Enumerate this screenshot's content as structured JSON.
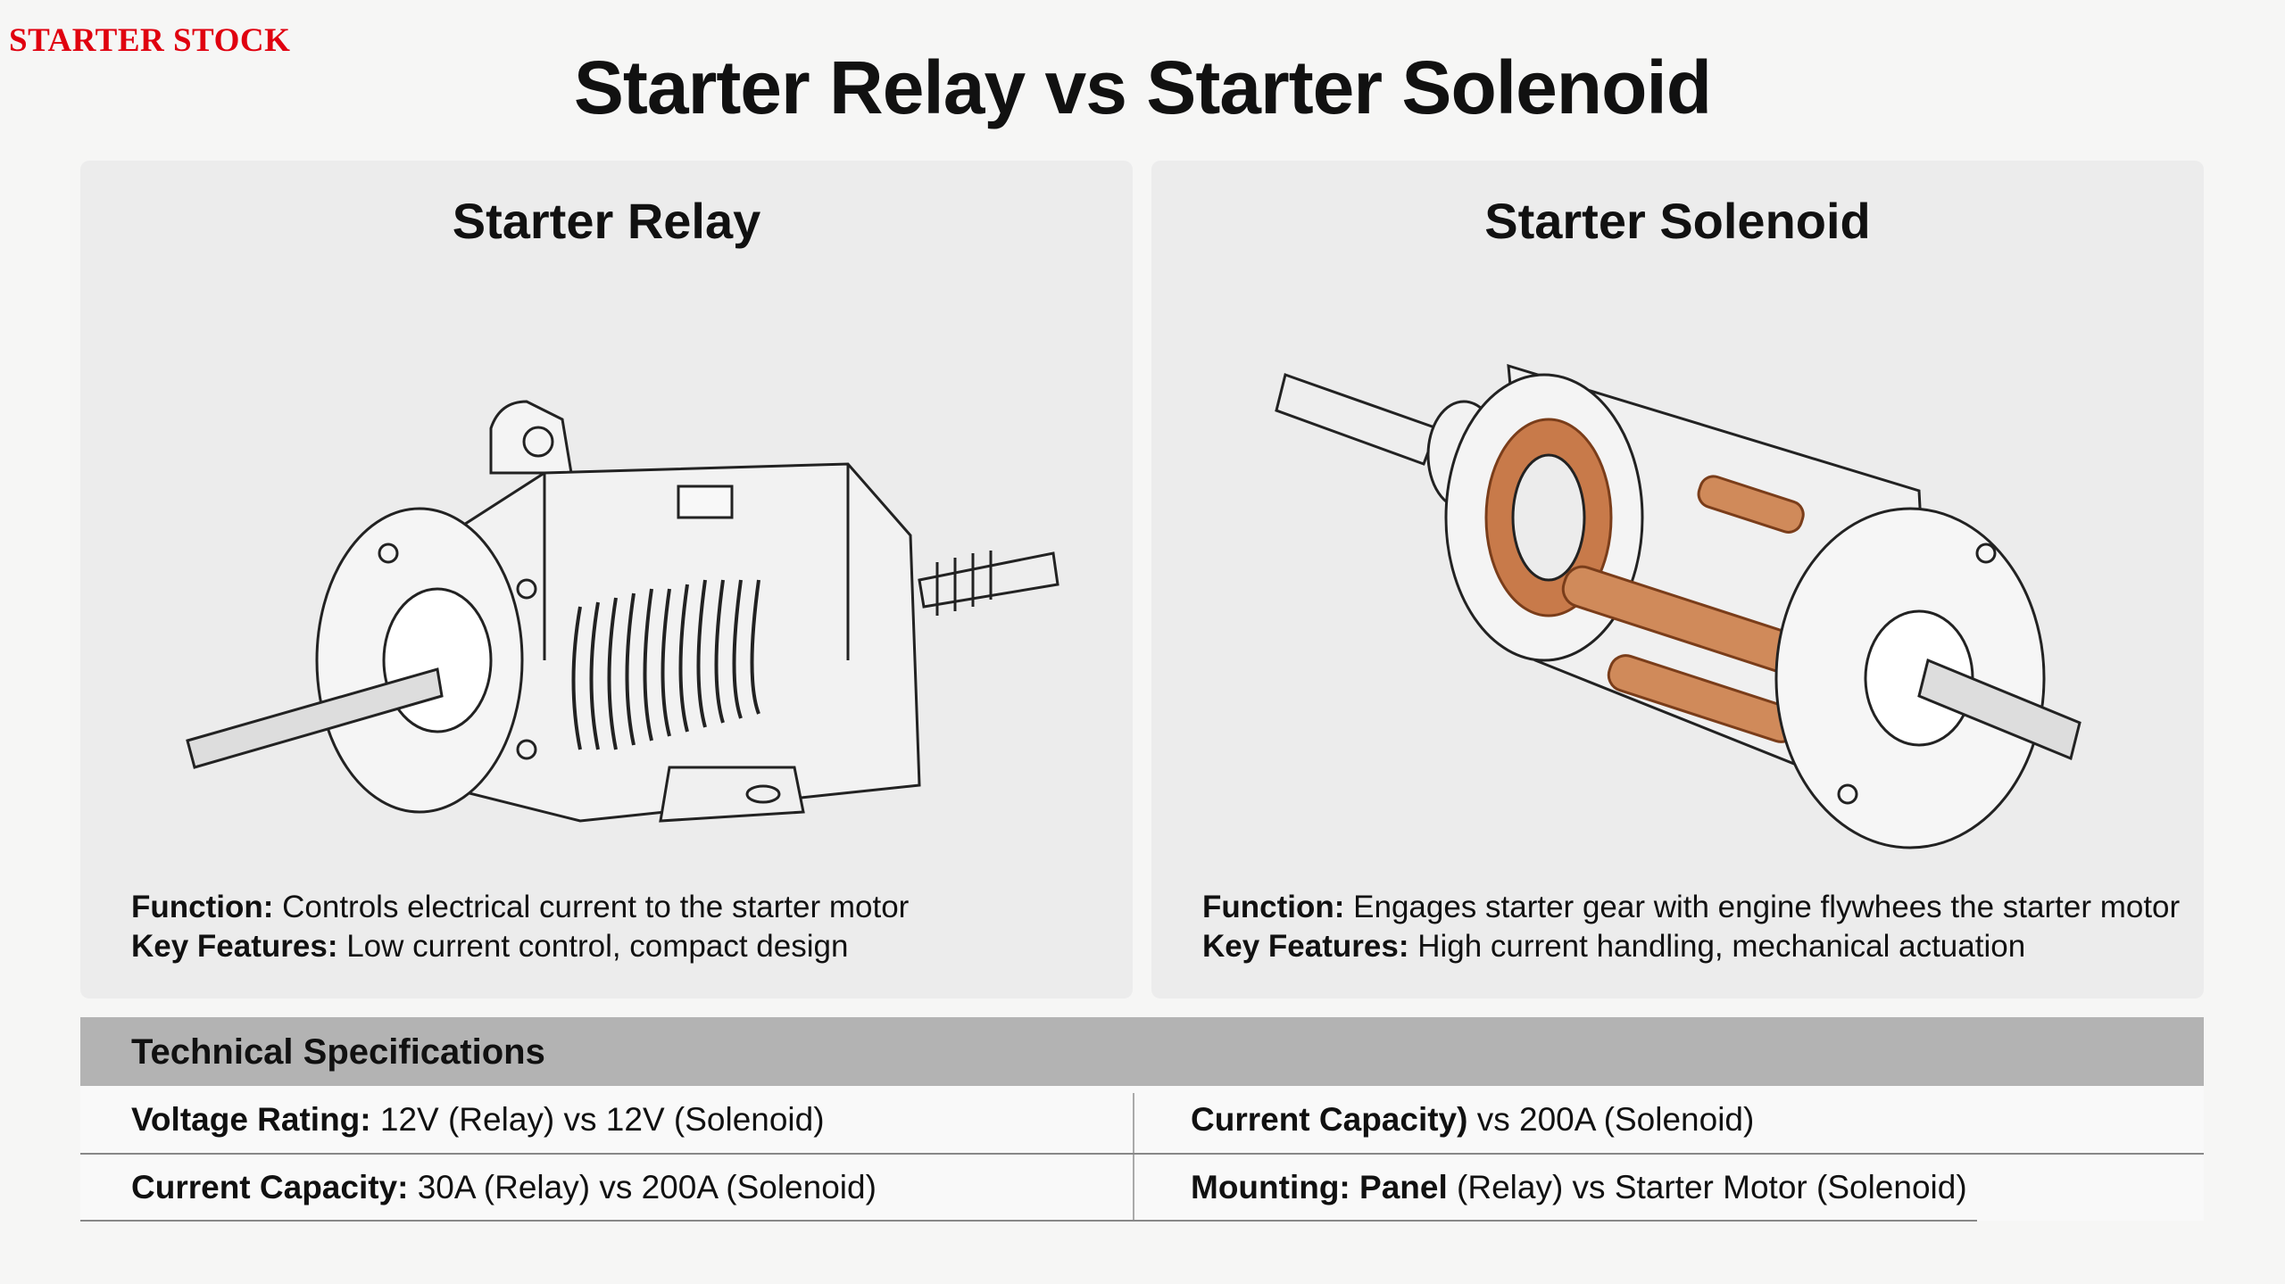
{
  "brand": "STARTER STOCK",
  "title": "Starter Relay vs Starter Solenoid",
  "relay": {
    "title": "Starter Relay",
    "function_label": "Function:",
    "function_text": " Controls electrical current to the starter motor",
    "features_label": "Key Features:",
    "features_text": " Low current control, compact design"
  },
  "solenoid": {
    "title": "Starter Solenoid",
    "function_label": "Function:",
    "function_text": " Engages starter gear with engine flywhees the starter motor",
    "features_label": "Key Features:",
    "features_text": " High current handling, mechanical actuation"
  },
  "specs": {
    "heading": "Technical Specifications",
    "rows": [
      {
        "label": "Voltage Rating:",
        "text": " 12V (Relay) vs 12V (Solenoid)"
      },
      {
        "label": "Current Capacity)",
        "text": " vs 200A (Solenoid)"
      },
      {
        "label": "Current Capacity:",
        "text": " 30A (Relay) vs 200A (Solenoid)"
      },
      {
        "label": "Mounting: Panel",
        "text": " (Relay) vs Starter Motor (Solenoid)"
      }
    ]
  },
  "colors": {
    "brand": "#e0000f",
    "copper": "#c87a4a",
    "header_bar": "#b3b3b3"
  }
}
